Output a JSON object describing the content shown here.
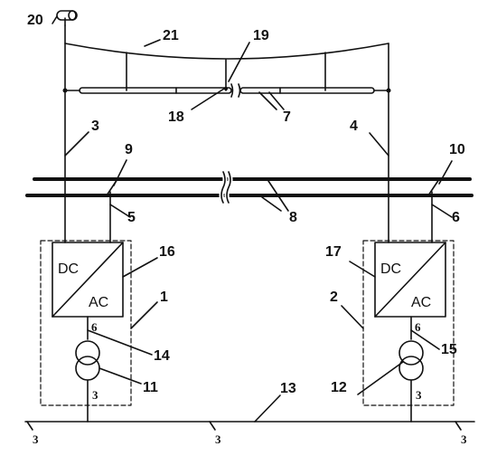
{
  "converter_left": {
    "dc": "DC",
    "ac": "AC"
  },
  "converter_right": {
    "dc": "DC",
    "ac": "AC"
  },
  "labels": {
    "n20": "20",
    "n21": "21",
    "n19": "19",
    "n18": "18",
    "n7": "7",
    "n3_line": "3",
    "n4_line": "4",
    "n9": "9",
    "n10": "10",
    "n5": "5",
    "n6_line": "6",
    "n8": "8",
    "n16": "16",
    "n17": "17",
    "n1": "1",
    "n2": "2",
    "n14": "14",
    "n15": "15",
    "n11": "11",
    "n12": "12",
    "n13": "13",
    "winding_left_top": "6",
    "winding_left_bottom": "3",
    "winding_right_top": "6",
    "winding_right_bottom": "3",
    "bus_left": "3",
    "bus_center": "3",
    "bus_right": "3"
  }
}
